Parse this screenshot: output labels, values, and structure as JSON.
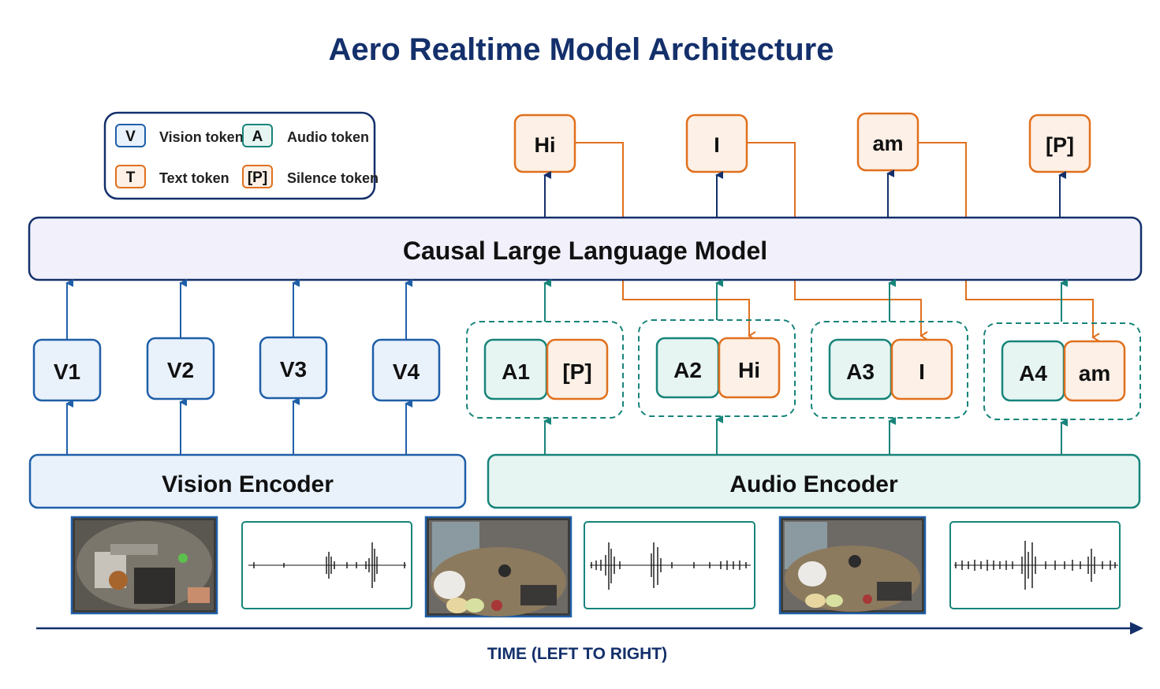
{
  "title": "Aero Realtime Model Architecture",
  "legend": {
    "items": [
      {
        "glyph": "V",
        "label": "Vision token"
      },
      {
        "glyph": "A",
        "label": "Audio token"
      },
      {
        "glyph": "T",
        "label": "Text token"
      },
      {
        "glyph": "[P]",
        "label": "Silence token"
      }
    ]
  },
  "llm_label": "Causal Large Language Model",
  "vision_encoder_label": "Vision Encoder",
  "audio_encoder_label": "Audio Encoder",
  "vision_tokens": [
    "V1",
    "V2",
    "V3",
    "V4"
  ],
  "audio_groups": [
    {
      "audio": "A1",
      "text": "[P]"
    },
    {
      "audio": "A2",
      "text": "Hi"
    },
    {
      "audio": "A3",
      "text": "I"
    },
    {
      "audio": "A4",
      "text": "am"
    }
  ],
  "output_tokens": [
    "Hi",
    "I",
    "am",
    "[P]"
  ],
  "time_axis_label": "TIME (LEFT TO RIGHT)",
  "colors": {
    "navy": "#14306b",
    "vision_blue": "#1f5fa8",
    "vision_fill": "#e9f1fb",
    "audio_teal": "#17847a",
    "audio_fill": "#e6f5f2",
    "text_orange": "#e0701e",
    "text_fill": "#fdf0e6",
    "llm_fill": "#f1f0fb"
  }
}
